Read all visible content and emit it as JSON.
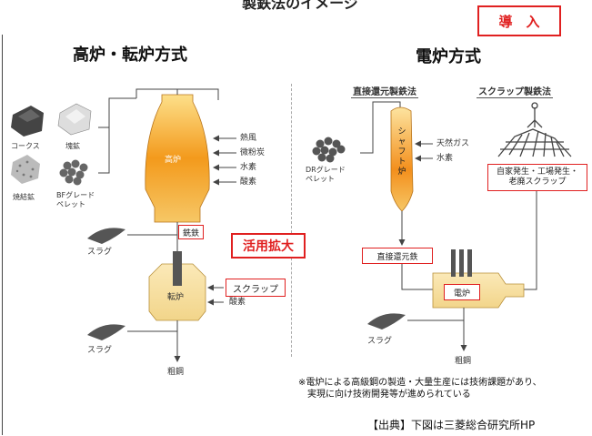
{
  "title": "製鉄法のイメージ",
  "sections": {
    "left_title": "高炉・転炉方式",
    "right_title": "電炉方式",
    "intro_badge": "導　入",
    "expand_badge": "活用拡大"
  },
  "left": {
    "materials": [
      "コークス",
      "塊鉱",
      "焼結鉱",
      "BFグレード\nペレット"
    ],
    "blast_furnace": "高炉",
    "bf_inputs": [
      "熱風",
      "微粉炭",
      "水素",
      "酸素"
    ],
    "pig_iron": "銑鉄",
    "slag": "スラグ",
    "converter": "転炉",
    "scrap": "スクラップ",
    "oxygen": "酸素",
    "slag2": "スラグ",
    "crude_steel": "粗鋼"
  },
  "right": {
    "sub_direct": "直接還元製鉄法",
    "sub_scrap": "スクラップ製鉄法",
    "dr_pellet": "DRグレード\nペレット",
    "shaft_furnace": "シャフト炉",
    "shaft_inputs": [
      "天然ガス",
      "水素"
    ],
    "scrap_sources": "自家発生・工場発生・\n老廃スクラップ",
    "dri": "直接還元鉄",
    "eaf": "電炉",
    "slag": "スラグ",
    "crude_steel": "粗鋼"
  },
  "note": "※電炉による高級鋼の製造・大量生産には技術課題があり、\n　実現に向け技術開発等が進められている",
  "source": "【出典】下図は三菱総合研究所HP",
  "colors": {
    "accent_red": "#e02020",
    "furnace_hot": "#f08a1a",
    "furnace_cool": "#f6e2a6"
  }
}
